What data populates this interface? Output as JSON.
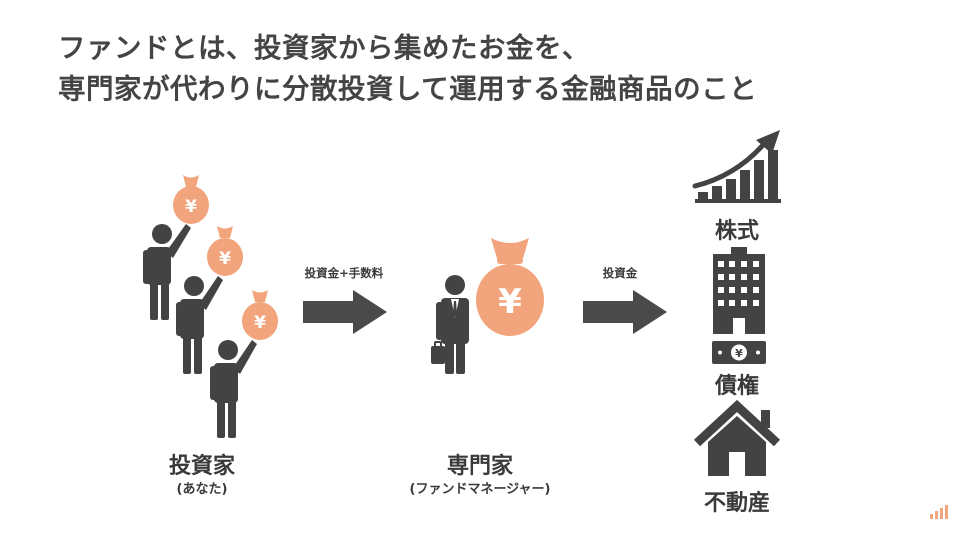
{
  "title": {
    "line1": "ファンドとは、投資家から集めたお金を、",
    "line2": "専門家が代わりに分散投資して運用する金融商品のこと"
  },
  "investor": {
    "label": "投資家",
    "sublabel": "(あなた)",
    "bag_symbol": "¥"
  },
  "arrow1": {
    "label": "投資金+手数料"
  },
  "manager": {
    "label": "専門家",
    "sublabel": "(ファンドマネージャー)",
    "bag_symbol": "¥"
  },
  "arrow2": {
    "label": "投資金"
  },
  "assets": [
    {
      "label": "株式",
      "icon": "stock-chart-icon"
    },
    {
      "label": "債権",
      "icon": "building-and-banknote-icon"
    },
    {
      "label": "不動産",
      "icon": "house-icon"
    }
  ],
  "banknote_symbol": "¥",
  "colors": {
    "accent": "#F2A57C",
    "figure": "#434343",
    "text": "#3d3d3d"
  }
}
